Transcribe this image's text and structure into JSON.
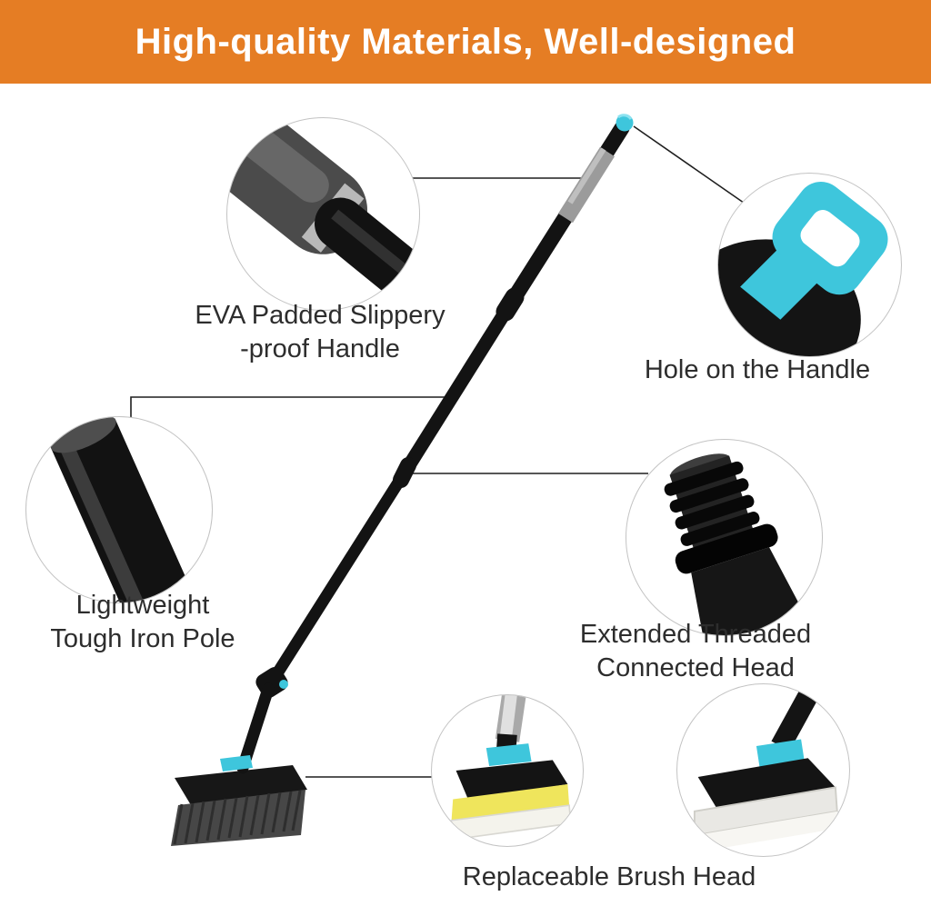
{
  "header": {
    "title": "High-quality Materials, Well-designed"
  },
  "callouts": {
    "eva_handle": {
      "line1": "EVA Padded Slippery",
      "line2": "-proof Handle"
    },
    "hole_handle": {
      "line1": "Hole on the Handle"
    },
    "iron_pole": {
      "line1": "Lightweight",
      "line2": "Tough Iron Pole"
    },
    "threaded_head": {
      "line1": "Extended Threaded",
      "line2": "Connected Head"
    },
    "brush_head": {
      "line1": "Replaceable Brush Head"
    }
  },
  "colors": {
    "header_bg": "#E57D24",
    "accent_teal": "#3EC6DC",
    "pole_black": "#131313",
    "eva_gray": "#9B9B9B",
    "sponge_yellow": "#EFE55C"
  }
}
